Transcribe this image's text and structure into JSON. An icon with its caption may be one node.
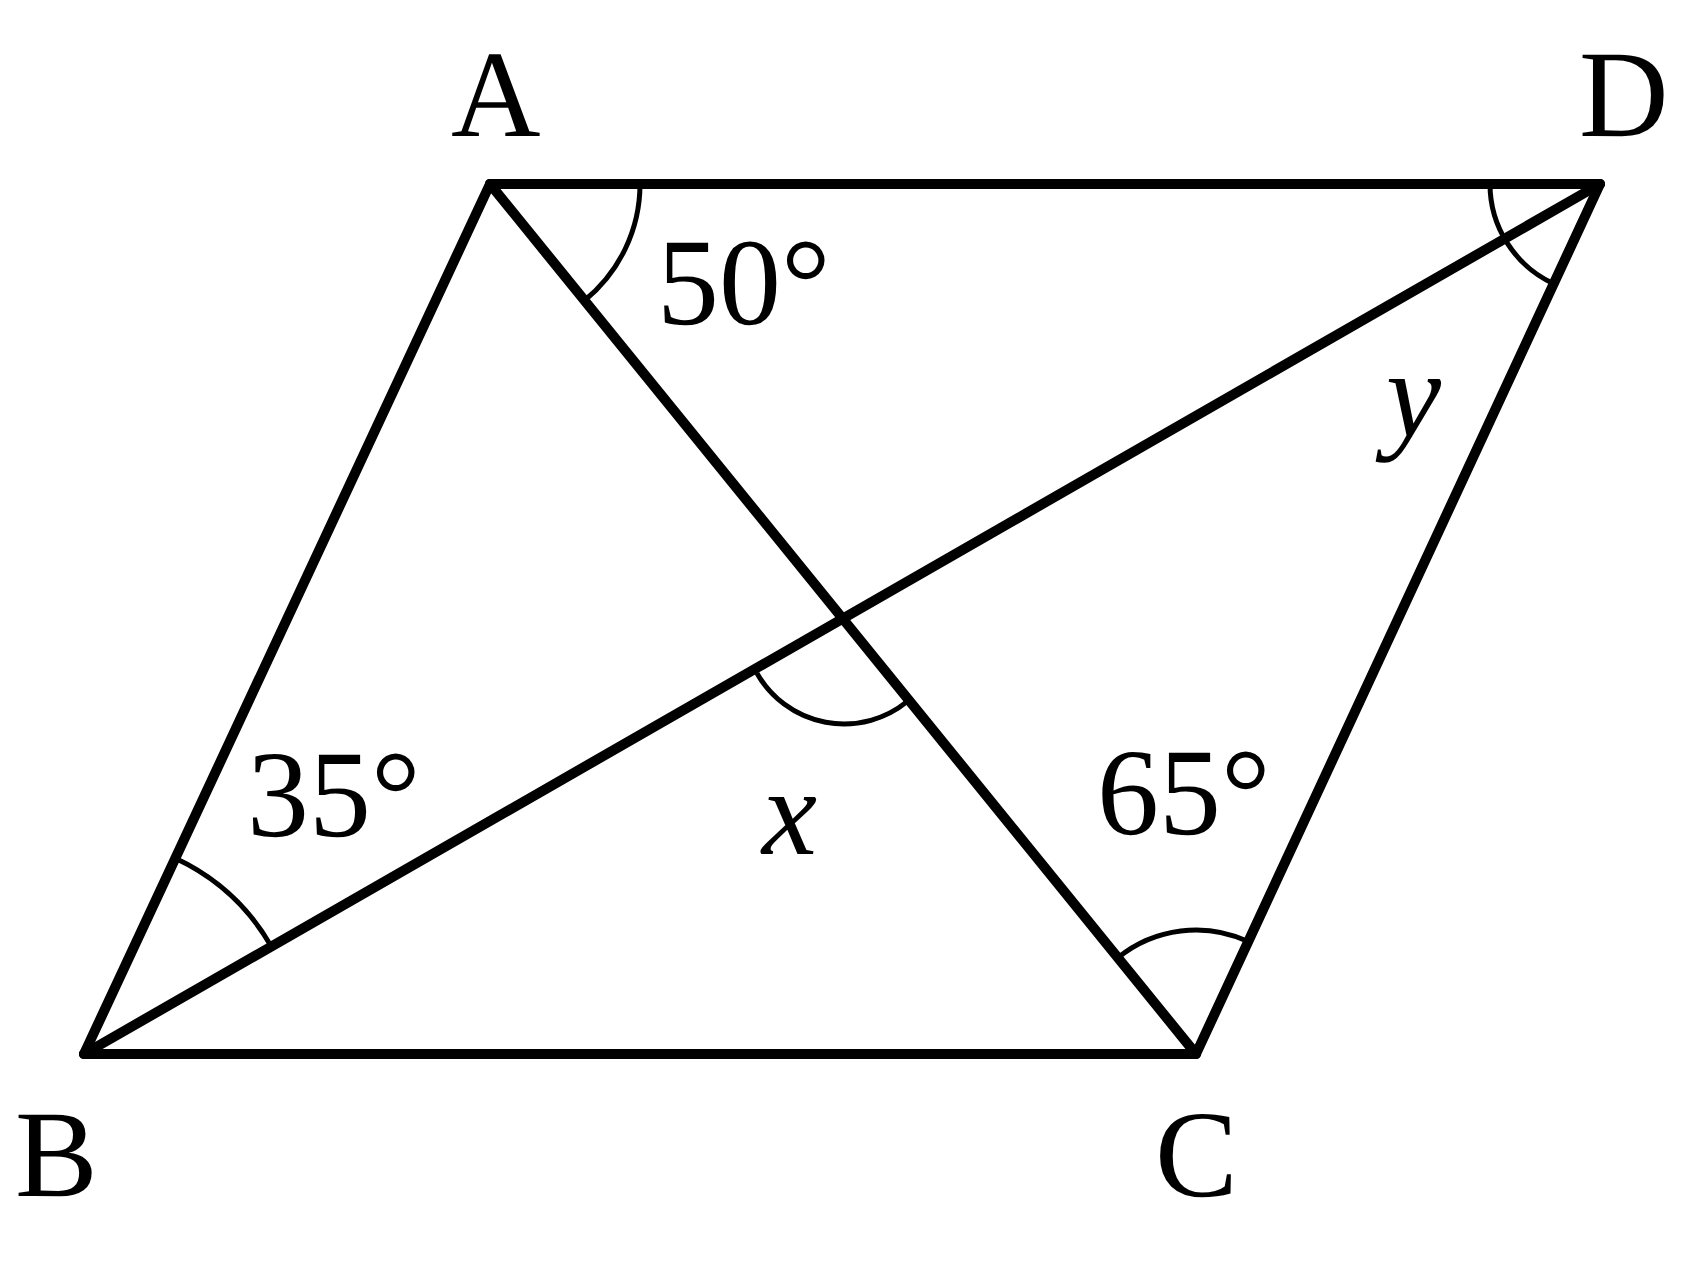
{
  "diagram": {
    "nodes": [
      {
        "text": [
          "A"
        ]
      },
      {
        "text": [
          "D"
        ]
      },
      {
        "text": [
          "B"
        ]
      },
      {
        "text": [
          "C"
        ]
      }
    ],
    "edges": [
      {
        "from": 0,
        "to": 1,
        "arrow": "none"
      },
      {
        "from": 0,
        "to": 2,
        "arrow": "none"
      },
      {
        "from": 2,
        "to": 3,
        "arrow": "none"
      },
      {
        "from": 3,
        "to": 1,
        "arrow": "none"
      },
      {
        "from": 0,
        "to": 3,
        "arrow": "none"
      },
      {
        "from": 2,
        "to": 1,
        "arrow": "none"
      }
    ],
    "labels": [
      "50°",
      "y",
      "35°",
      "x",
      "65°"
    ]
  }
}
